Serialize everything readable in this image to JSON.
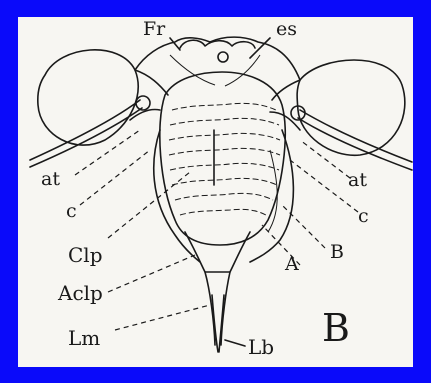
{
  "figure": {
    "panel_letter": "B",
    "labels": {
      "fr": "Fr",
      "es": "es",
      "at_left": "at",
      "at_right": "at",
      "c_left": "c",
      "c_right": "c",
      "clp": "Clp",
      "aclp": "Aclp",
      "lm": "Lm",
      "lb": "Lb",
      "a": "A",
      "b": "B"
    }
  },
  "colors": {
    "frame": "#0a0afa",
    "paper": "#f7f6f2",
    "ink": "#1a1a1a"
  }
}
